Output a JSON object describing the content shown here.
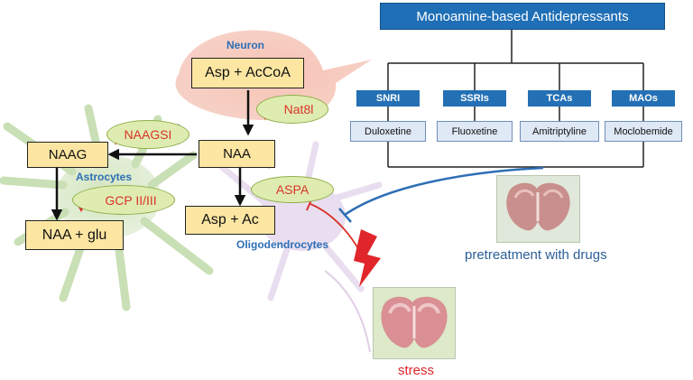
{
  "neuron": {
    "label": "Neuron",
    "substrate": "Asp + AcCoA",
    "enzyme": "Nat8l"
  },
  "naa": {
    "label": "NAA"
  },
  "naag": {
    "label": "NAAG",
    "enzyme": "NAAGSI"
  },
  "astrocytes": {
    "label": "Astrocytes",
    "enzyme": "GCP II/III",
    "product": "NAA + glu"
  },
  "oligodendrocytes": {
    "label": "Oligodendrocytes",
    "enzyme": "ASPA",
    "product": "Asp + Ac"
  },
  "antidepressants": {
    "title": "Monoamine-based Antidepressants",
    "classes": [
      {
        "name": "SNRI",
        "drug": "Duloxetine"
      },
      {
        "name": "SSRIs",
        "drug": "Fluoxetine"
      },
      {
        "name": "TCAs",
        "drug": "Amitriptyline"
      },
      {
        "name": "MAOs",
        "drug": "Moclobemide"
      }
    ]
  },
  "pretreatment": {
    "label": "pretreatment with drugs"
  },
  "stress": {
    "label": "stress"
  },
  "colors": {
    "accent_blue": "#1f6fb6",
    "stress_red": "#e0262a",
    "box_yellow": "#fde6a2",
    "oval_green": "#dfecb1"
  }
}
